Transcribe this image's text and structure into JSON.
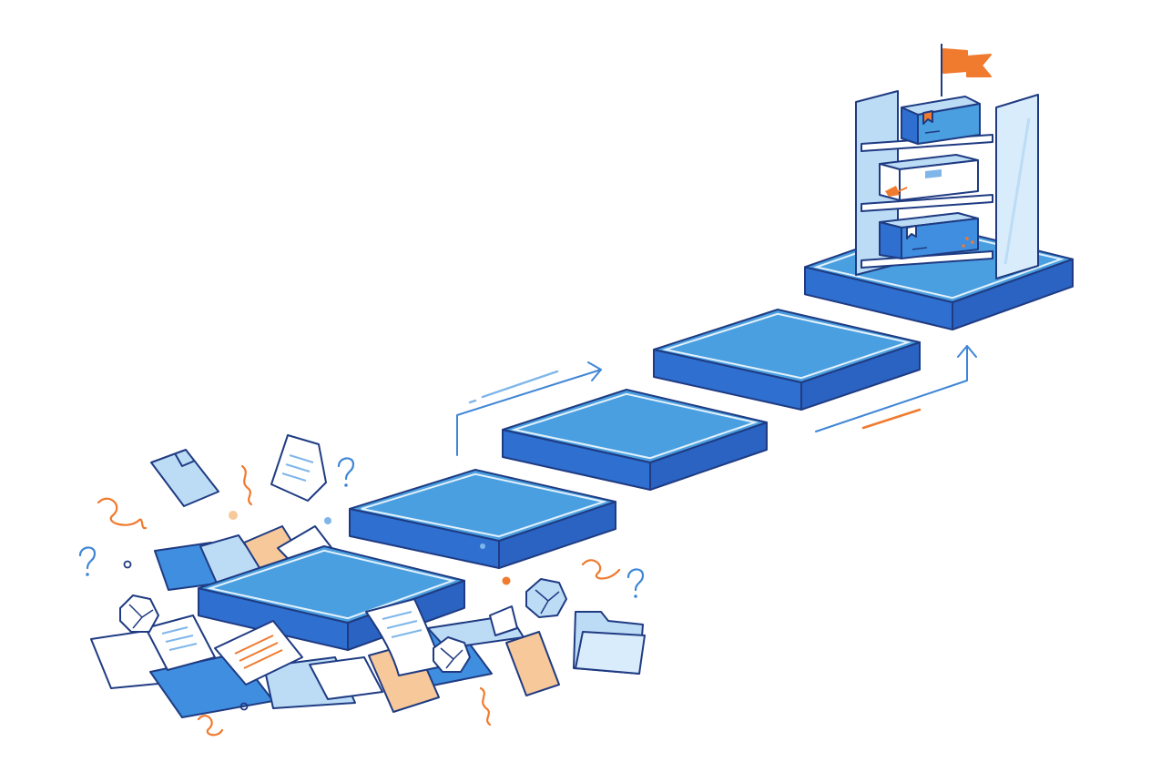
{
  "illustration": {
    "subject": "",
    "steps": [
      {
        "id": "step-1"
      },
      {
        "id": "step-2"
      },
      {
        "id": "step-3"
      },
      {
        "id": "step-4"
      },
      {
        "id": "step-5"
      }
    ],
    "colors": {
      "outline": "#1f3b82",
      "platform_top": "#4a9fe0",
      "platform_side": "#2e6fd0",
      "light_blue": "#bcdcf6",
      "mid_blue": "#3f8ee0",
      "orange": "#f07a2e",
      "peach": "#f7c89a",
      "paper": "#ffffff",
      "arrow": "#3f86d6"
    },
    "icons": [
      "flag-icon",
      "shelf-icon",
      "box-icon",
      "document-icon",
      "folder-icon",
      "crumpled-paper-icon",
      "question-mark-icon",
      "squiggle-icon",
      "arrow-icon"
    ]
  }
}
